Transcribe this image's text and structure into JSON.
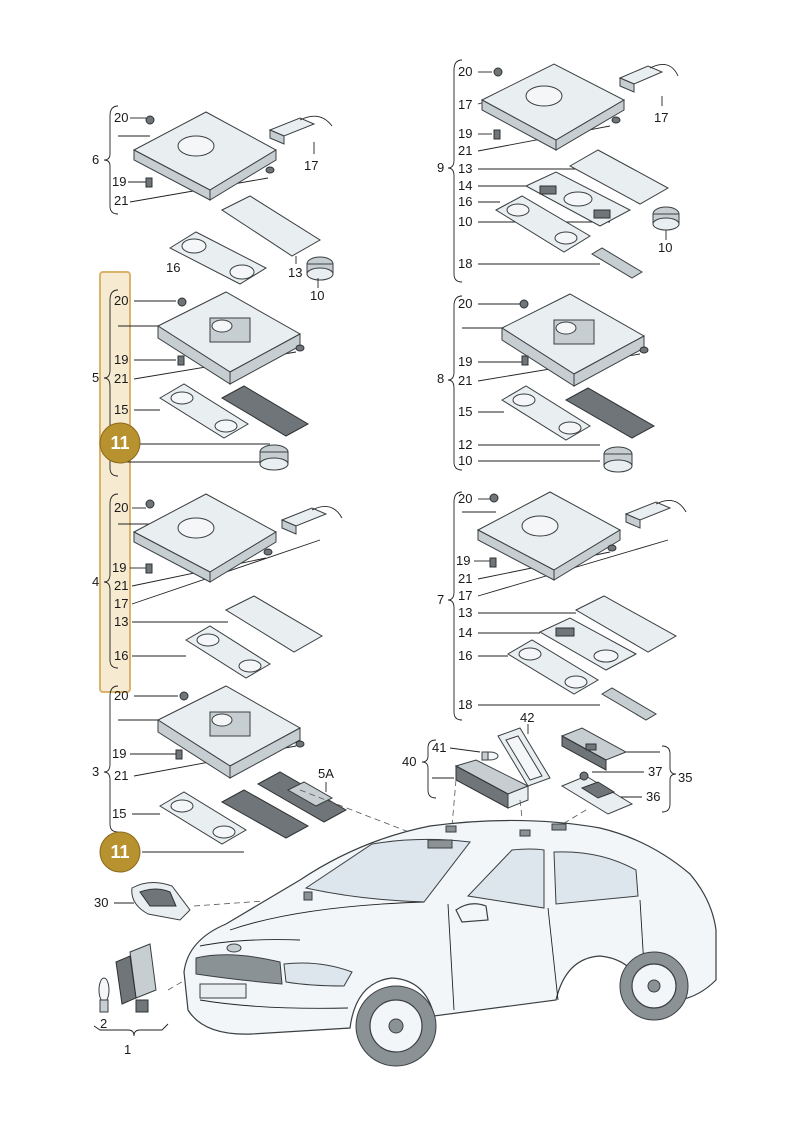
{
  "colors": {
    "highlight_fill": "#f6ead0",
    "highlight_border": "#d9b46a",
    "badge": "#b8922e"
  },
  "labels": {
    "c1": "1",
    "c2": "2",
    "c3": "3",
    "c4": "4",
    "c5": "5",
    "c6": "6",
    "c7": "7",
    "c8": "8",
    "c9": "9",
    "c10": "10",
    "c11": "11",
    "c12": "12",
    "c13": "13",
    "c14": "14",
    "c15": "15",
    "c16": "16",
    "c17": "17",
    "c18": "18",
    "c19": "19",
    "c20": "20",
    "c21": "21",
    "c30": "30",
    "c35": "35",
    "c36": "36",
    "c37": "37",
    "c40": "40",
    "c41": "41",
    "c42": "42",
    "c5a": "5A"
  }
}
